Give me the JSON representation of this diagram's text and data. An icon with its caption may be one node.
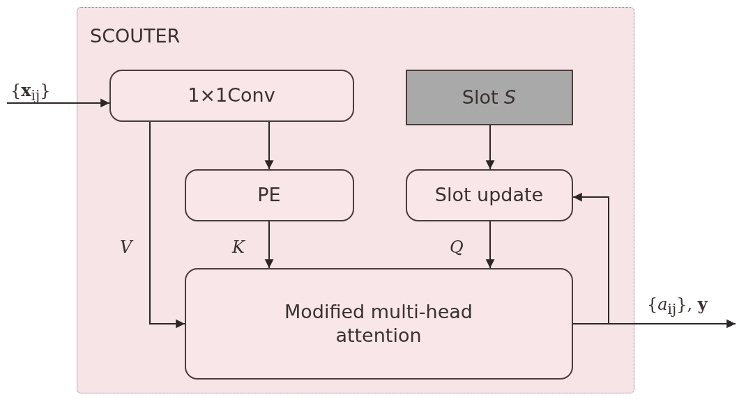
{
  "diagram": {
    "nodes": [
      {
        "text": [
          "SCOUTER"
        ]
      },
      {
        "text": [
          "1×1Conv"
        ],
        "in": 0
      },
      {
        "text": [
          "Slot *S*"
        ],
        "in": 0
      },
      {
        "text": [
          "PE"
        ],
        "in": 0
      },
      {
        "text": [
          "Slot update"
        ],
        "in": 0
      },
      {
        "text": [
          "Modified multi-head attention"
        ],
        "in": 0
      }
    ],
    "edges": [
      {
        "from": null,
        "to": 1,
        "arrow": "to",
        "label": "{**x**$_{ij}$}"
      },
      {
        "from": 1,
        "to": 3,
        "arrow": "to"
      },
      {
        "from": 1,
        "to": 5,
        "arrow": "to",
        "label": "V"
      },
      {
        "from": 3,
        "to": 5,
        "arrow": "to",
        "label": "K"
      },
      {
        "from": 2,
        "to": 4,
        "arrow": "to"
      },
      {
        "from": 4,
        "to": 5,
        "arrow": "to",
        "label": "Q"
      },
      {
        "from": 5,
        "to": 4,
        "arrow": "to"
      },
      {
        "from": 5,
        "to": null,
        "arrow": "to",
        "label": "{*a*$_{ij}$}, **y**"
      }
    ]
  }
}
